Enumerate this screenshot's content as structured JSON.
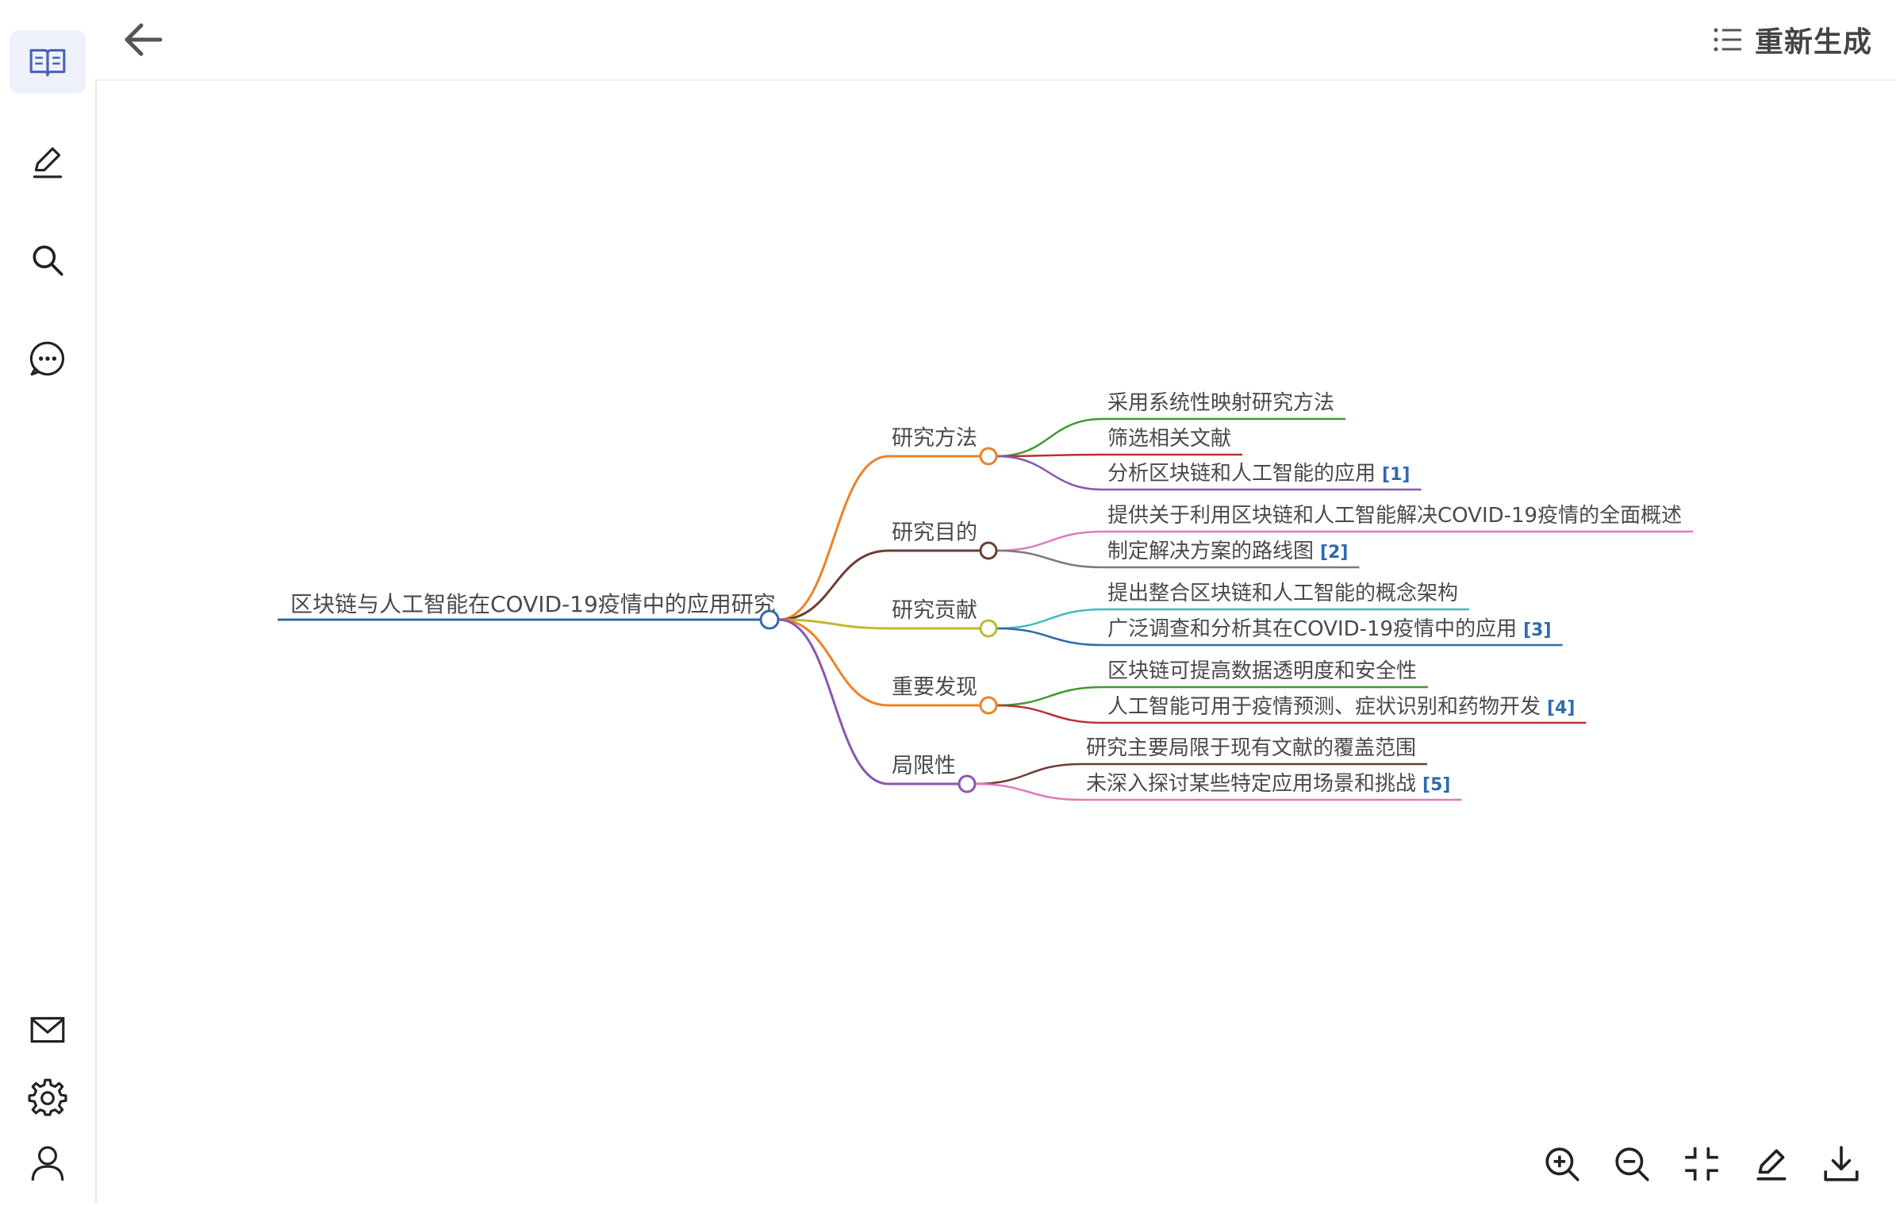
{
  "sidebar": {
    "items": [
      {
        "name": "read-nav",
        "icon": "book-icon"
      },
      {
        "name": "write-nav",
        "icon": "pen-icon"
      },
      {
        "name": "search-nav",
        "icon": "search-icon"
      },
      {
        "name": "chat-nav",
        "icon": "chat-icon"
      },
      {
        "name": "mail-nav",
        "icon": "mail-icon"
      },
      {
        "name": "settings-nav",
        "icon": "gear-icon"
      },
      {
        "name": "profile-nav",
        "icon": "user-icon"
      }
    ],
    "active_color": "#4a64b4"
  },
  "header": {
    "back_icon": "arrow-left-icon",
    "regenerate_icon": "list-icon",
    "regenerate_label": "重新生成"
  },
  "mindmap": {
    "root": {
      "label": "区块链与人工智能在COVID-19疫情中的应用研究",
      "color": "#2e6aad"
    },
    "branches": [
      {
        "label": "研究方法",
        "color": "#ee8127",
        "children": [
          {
            "label": "采用系统性映射研究方法",
            "ref": "",
            "color": "#3e9a2e"
          },
          {
            "label": "筛选相关文献",
            "ref": "",
            "color": "#b8312f"
          },
          {
            "label": "分析区块链和人工智能的应用",
            "ref": "[1]",
            "color": "#8a55b0"
          }
        ]
      },
      {
        "label": "研究目的",
        "color": "#6e3c33",
        "children": [
          {
            "label": "提供关于利用区块链和人工智能解决COVID-19疫情的全面概述",
            "ref": "",
            "color": "#e07ab8"
          },
          {
            "label": "制定解决方案的路线图",
            "ref": "[2]",
            "color": "#7a7a7a"
          }
        ]
      },
      {
        "label": "研究贡献",
        "color": "#bdbb2f",
        "children": [
          {
            "label": "提出整合区块链和人工智能的概念架构",
            "ref": "",
            "color": "#3fb9c9"
          },
          {
            "label": "广泛调查和分析其在COVID-19疫情中的应用",
            "ref": "[3]",
            "color": "#2e6aad"
          }
        ]
      },
      {
        "label": "重要发现",
        "color": "#ee8127",
        "children": [
          {
            "label": "区块链可提高数据透明度和安全性",
            "ref": "",
            "color": "#3e9a2e"
          },
          {
            "label": "人工智能可用于疫情预测、症状识别和药物开发",
            "ref": "[4]",
            "color": "#b8312f"
          }
        ]
      },
      {
        "label": "局限性",
        "color": "#8a55b0",
        "children": [
          {
            "label": "研究主要局限于现有文献的覆盖范围",
            "ref": "",
            "color": "#6e3c33"
          },
          {
            "label": "未深入探讨某些特定应用场景和挑战",
            "ref": "[5]",
            "color": "#e07ab8"
          }
        ]
      }
    ],
    "ref_color": "#2e6aad"
  },
  "toolbar": {
    "items": [
      {
        "name": "zoom-in-button",
        "icon": "zoom-in-icon"
      },
      {
        "name": "zoom-out-button",
        "icon": "zoom-out-icon"
      },
      {
        "name": "fit-view-button",
        "icon": "collapse-icon"
      },
      {
        "name": "edit-button",
        "icon": "pen-icon"
      },
      {
        "name": "download-button",
        "icon": "download-icon"
      }
    ]
  }
}
